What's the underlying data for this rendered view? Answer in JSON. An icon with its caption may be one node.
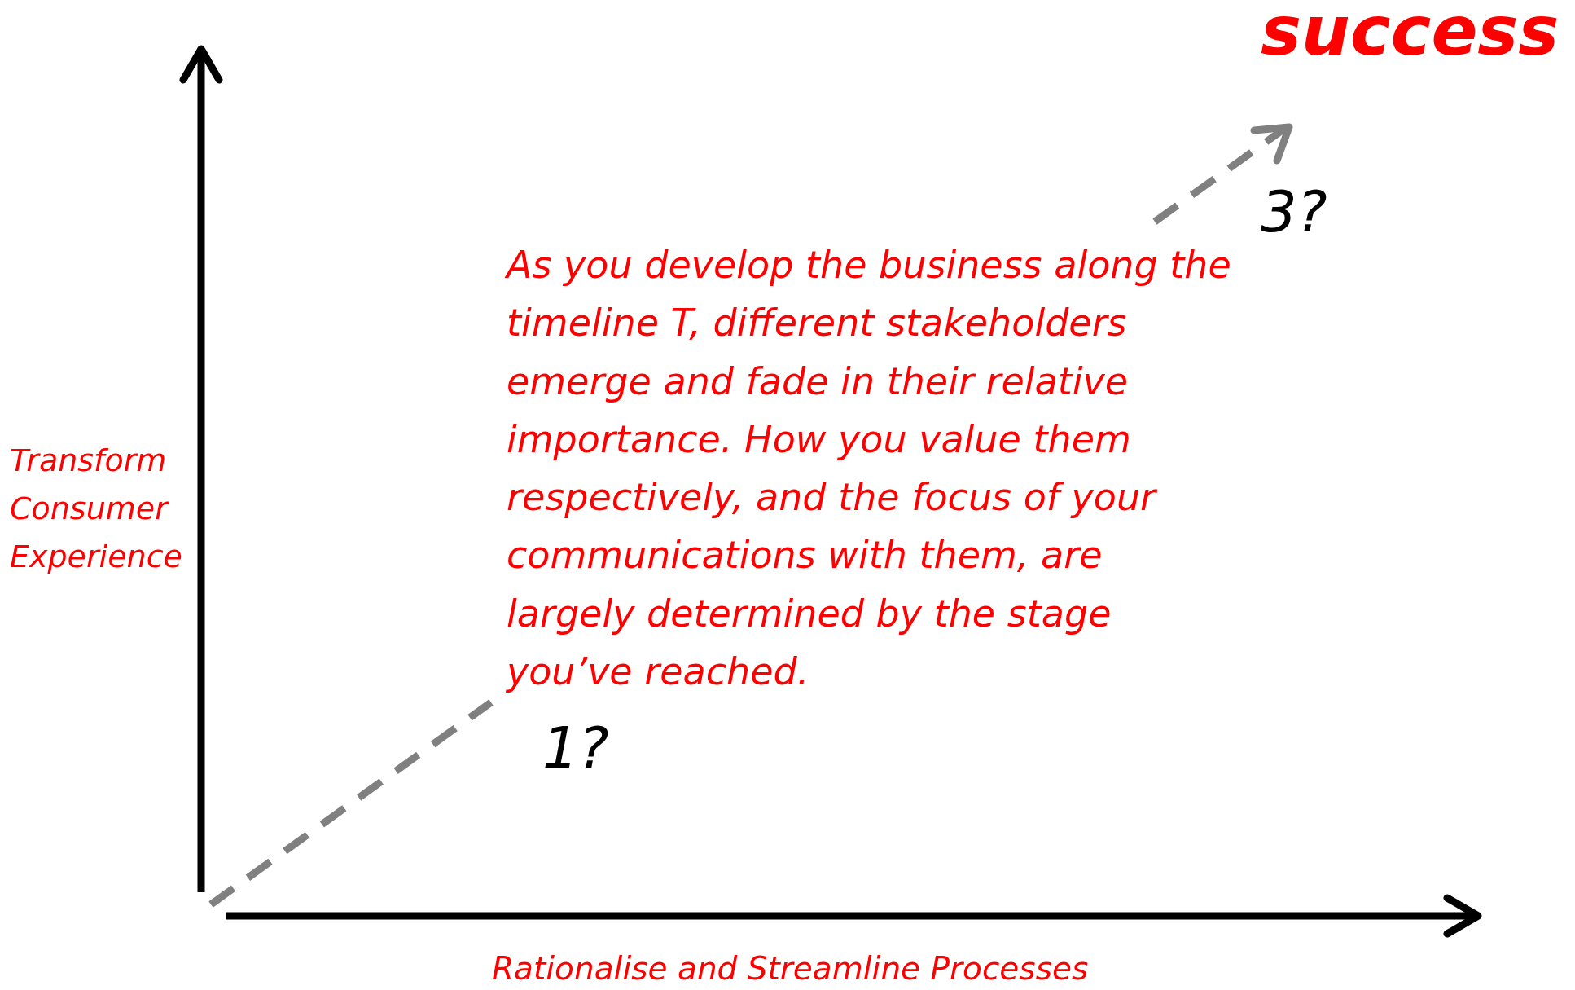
{
  "diagram": {
    "labels": [
      "success",
      "3?",
      "As you develop the business along the timeline T, different stakeholders emerge and fade in their relative importance. How you value them respectively, and the focus of your communications with them, are largely determined by the stage you’ve reached.",
      "Transform Consumer Experience",
      "1?",
      "Rationalise and Streamline Processes"
    ]
  }
}
